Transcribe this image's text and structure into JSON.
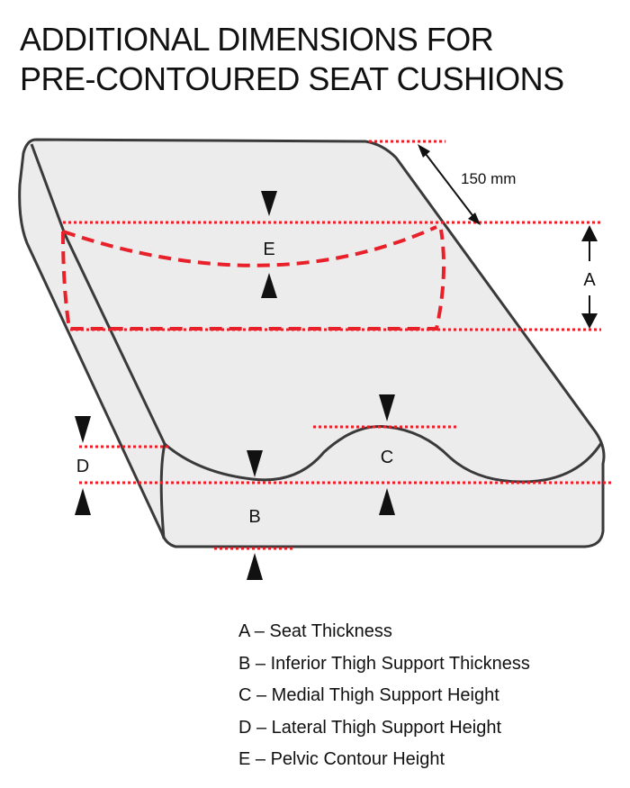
{
  "title": {
    "line1": "ADDITIONAL DIMENSIONS FOR",
    "line2": "PRE-CONTOURED SEAT CUSHIONS"
  },
  "diagram": {
    "depth_dimension": "150 mm",
    "labels": {
      "a": "A",
      "b": "B",
      "c": "C",
      "d": "D",
      "e": "E"
    },
    "colors": {
      "cushion_fill": "#ececec",
      "outline": "#3a3a3a",
      "guide_red": "#e8202a",
      "arrow": "#111111"
    }
  },
  "legend": [
    "A – Seat Thickness",
    "B – Inferior Thigh Support Thickness",
    "C – Medial Thigh Support Height",
    "D – Lateral Thigh Support Height",
    "E – Pelvic Contour Height"
  ]
}
